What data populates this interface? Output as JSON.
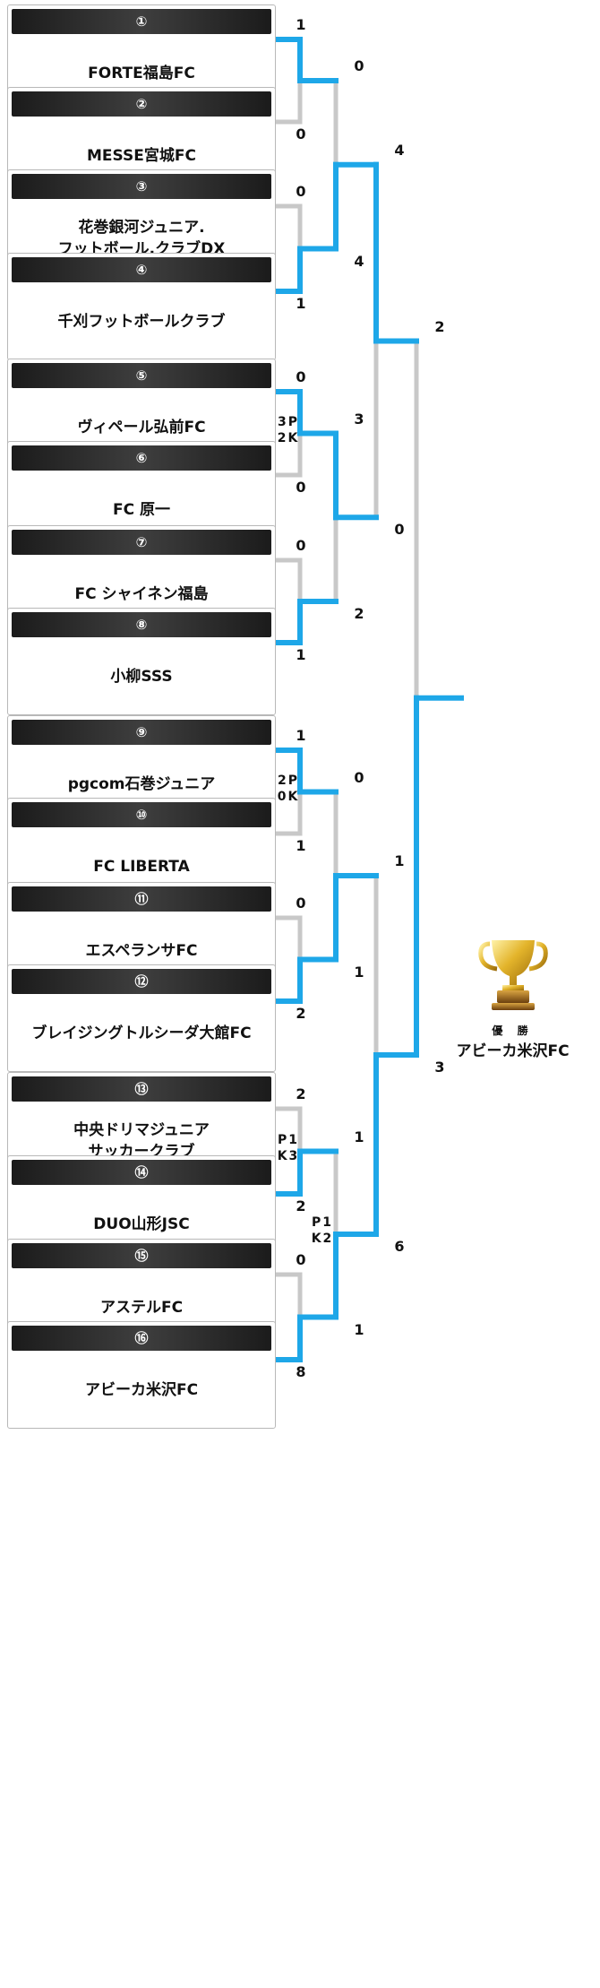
{
  "teams": [
    {
      "seed": "①",
      "name": "FORTE福島FC"
    },
    {
      "seed": "②",
      "name": "MESSE宮城FC"
    },
    {
      "seed": "③",
      "name": "花巻銀河ジュニア.\nフットボール.クラブDX"
    },
    {
      "seed": "④",
      "name": "千刈フットボールクラブ"
    },
    {
      "seed": "⑤",
      "name": "ヴィペール弘前FC"
    },
    {
      "seed": "⑥",
      "name": "FC 原一"
    },
    {
      "seed": "⑦",
      "name": "FC シャイネン福島"
    },
    {
      "seed": "⑧",
      "name": "小柳SSS"
    },
    {
      "seed": "⑨",
      "name": "pgcom石巻ジュニア"
    },
    {
      "seed": "⑩",
      "name": "FC LIBERTA"
    },
    {
      "seed": "⑪",
      "name": "エスペランサFC"
    },
    {
      "seed": "⑫",
      "name": "ブレイジングトルシーダ大館FC"
    },
    {
      "seed": "⑬",
      "name": "中央ドリマジュニア\nサッカークラブ"
    },
    {
      "seed": "⑭",
      "name": "DUO山形JSC"
    },
    {
      "seed": "⑮",
      "name": "アステルFC"
    },
    {
      "seed": "⑯",
      "name": "アビーカ米沢FC"
    }
  ],
  "round1": [
    {
      "top": "1",
      "bottom": "0",
      "winner": "top",
      "pk": ""
    },
    {
      "top": "0",
      "bottom": "1",
      "winner": "bottom",
      "pk": ""
    },
    {
      "top": "0",
      "bottom": "0",
      "winner": "top",
      "pk": "3P\n2K"
    },
    {
      "top": "0",
      "bottom": "1",
      "winner": "bottom",
      "pk": ""
    },
    {
      "top": "1",
      "bottom": "1",
      "winner": "top",
      "pk": "2P\n0K"
    },
    {
      "top": "0",
      "bottom": "2",
      "winner": "bottom",
      "pk": ""
    },
    {
      "top": "2",
      "bottom": "2",
      "winner": "bottom",
      "pk": "P1\nK3"
    },
    {
      "top": "0",
      "bottom": "8",
      "winner": "bottom",
      "pk": ""
    }
  ],
  "round2": [
    {
      "top": "0",
      "bottom": "4",
      "winner": "bottom",
      "pk": ""
    },
    {
      "top": "3",
      "bottom": "2",
      "winner": "top",
      "pk": ""
    },
    {
      "top": "0",
      "bottom": "1",
      "winner": "bottom",
      "pk": ""
    },
    {
      "top": "1",
      "bottom": "1",
      "winner": "bottom",
      "pk": "P1\nK2"
    }
  ],
  "round3": [
    {
      "top": "4",
      "bottom": "0",
      "winner": "top",
      "pk": ""
    },
    {
      "top": "1",
      "bottom": "6",
      "winner": "bottom",
      "pk": ""
    }
  ],
  "final": {
    "top": "2",
    "bottom": "3",
    "winner": "bottom"
  },
  "champion": {
    "label": "優 勝",
    "name": "アビーカ米沢FC"
  },
  "colors": {
    "win": "#1ea7e8",
    "lose": "#c8c8c8"
  }
}
